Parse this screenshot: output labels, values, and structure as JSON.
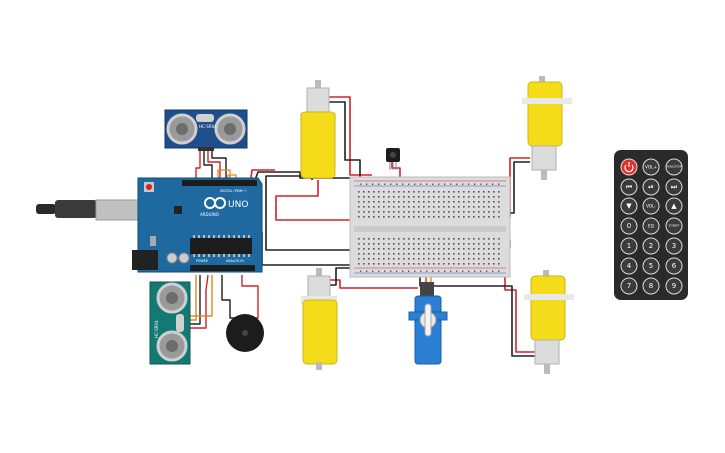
{
  "arduino": {
    "name": "UNO",
    "brand": "ARDUINO",
    "header_digital": "DIGITAL (PWM~)",
    "header_power": "POWER",
    "header_analog": "ANALOG IN"
  },
  "ultrasonic_top": {
    "label": "HC-SR04"
  },
  "ultrasonic_bottom": {
    "label": "HC-SR04"
  },
  "remote": {
    "buttons": [
      {
        "label": "",
        "kind": "power"
      },
      {
        "label": "VOL+"
      },
      {
        "label": "FUNC/STOP"
      },
      {
        "label": "⏮"
      },
      {
        "label": "⏯"
      },
      {
        "label": "⏭"
      },
      {
        "label": "▼"
      },
      {
        "label": "VOL-"
      },
      {
        "label": "▲"
      },
      {
        "label": "0"
      },
      {
        "label": "EQ"
      },
      {
        "label": "ST/REPT"
      },
      {
        "label": "1"
      },
      {
        "label": "2"
      },
      {
        "label": "3"
      },
      {
        "label": "4"
      },
      {
        "label": "5"
      },
      {
        "label": "6"
      },
      {
        "label": "7"
      },
      {
        "label": "8"
      },
      {
        "label": "9"
      }
    ]
  },
  "colors": {
    "arduino": "#1e6aa0",
    "motor_yellow": "#f5dc1a",
    "wire_red": "#d3222a",
    "wire_black": "#202020",
    "wire_orange": "#e08a1c",
    "breadboard": "#dcdcdc",
    "servo": "#2b7fd4",
    "sensor_blue": "#1f4f8a",
    "sensor_teal": "#127a73",
    "remote_body": "#2a2a2a"
  }
}
